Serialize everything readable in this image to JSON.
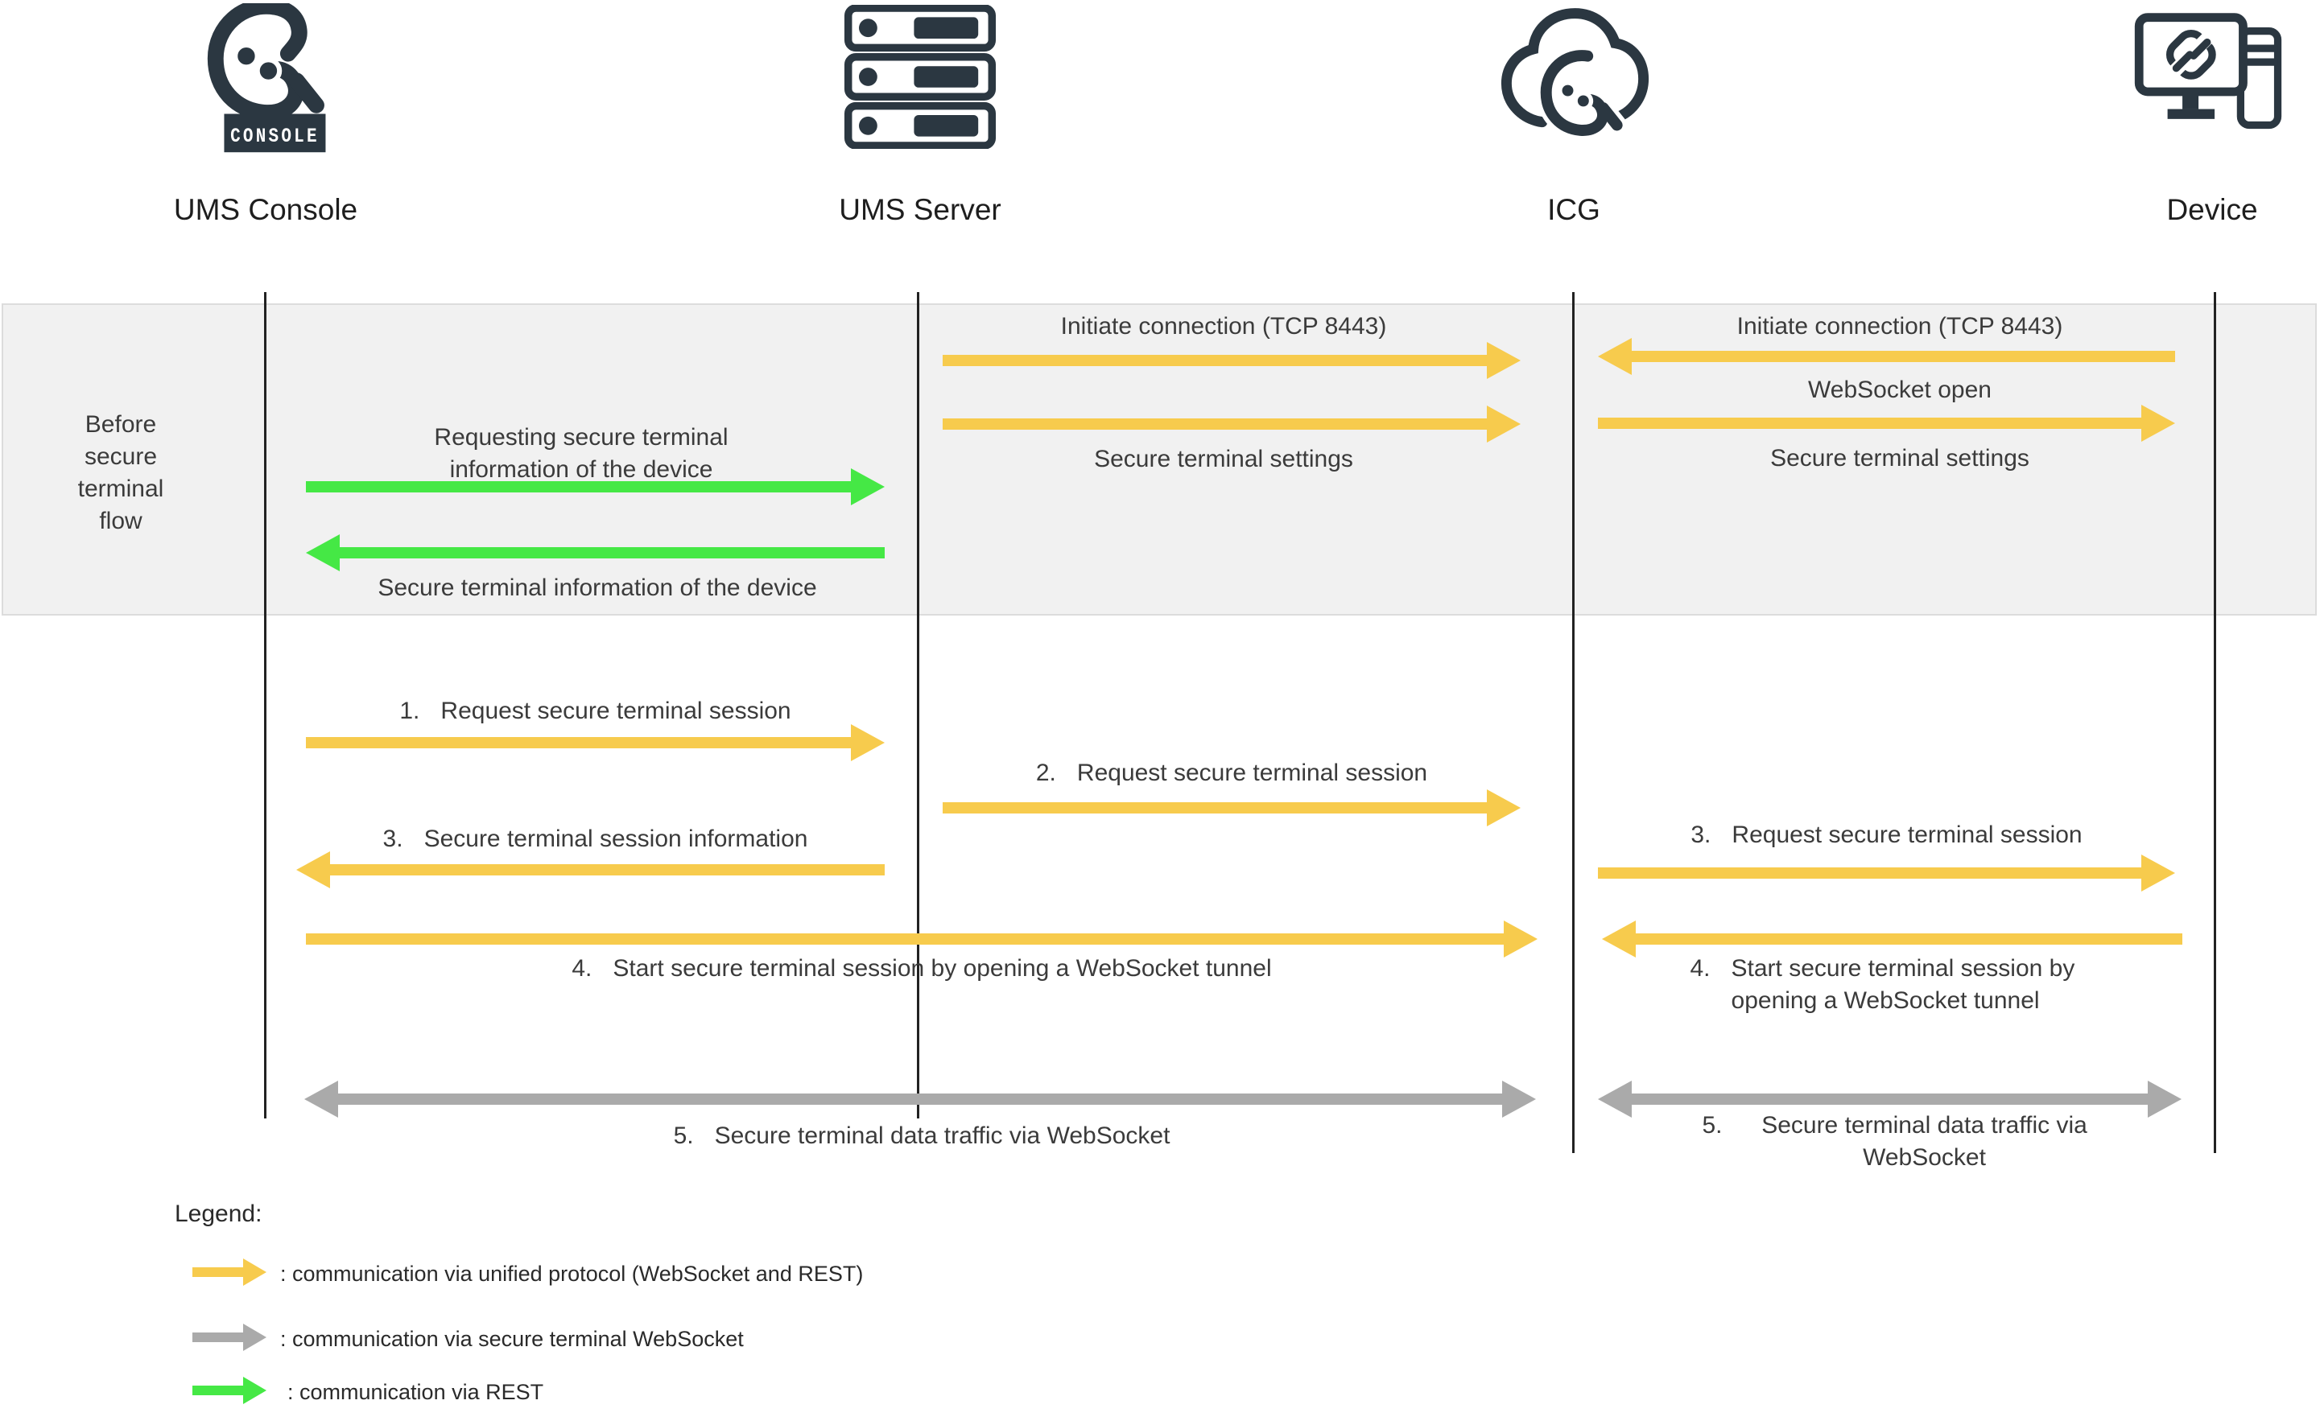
{
  "colors": {
    "accent_yellow": "#f7cb4d",
    "accent_green": "#45e845",
    "accent_grey": "#aaaaaa",
    "icon_dark": "#2b3741",
    "band_background": "#f1f1f1",
    "band_border": "#dcdcdc"
  },
  "actors": [
    {
      "label": "UMS Console",
      "icon": "igel-console-logo-icon",
      "badge": "CONSOLE"
    },
    {
      "label": "UMS Server",
      "icon": "server-rack-icon"
    },
    {
      "label": "ICG",
      "icon": "igel-cloud-gateway-icon"
    },
    {
      "label": "Device",
      "icon": "workstation-icon"
    }
  ],
  "phase": {
    "label": "Before secure terminal flow"
  },
  "before": {
    "console_server_request": "Requesting secure terminal information of the device",
    "console_server_response": "Secure terminal information of the device",
    "server_icg_initiate": "Initiate connection (TCP 8443)",
    "server_icg_settings": "Secure terminal settings",
    "icg_device_initiate": "Initiate connection (TCP 8443)",
    "icg_device_websocket_open": "WebSocket open",
    "icg_device_settings": "Secure terminal settings"
  },
  "session": {
    "step1": {
      "num": "1.",
      "text": "Request secure terminal session"
    },
    "step2": {
      "num": "2.",
      "text": "Request secure terminal session"
    },
    "step3_left": {
      "num": "3.",
      "text": "Secure terminal session information"
    },
    "step3_right": {
      "num": "3.",
      "text": "Request secure terminal session"
    },
    "step4_left": {
      "num": "4.",
      "text": "Start secure terminal session by opening a WebSocket tunnel"
    },
    "step4_right": {
      "num": "4.",
      "text": "Start secure terminal session by opening a WebSocket tunnel"
    },
    "step5_left": {
      "num": "5.",
      "text": "Secure terminal data traffic via WebSocket"
    },
    "step5_right": {
      "num": "5.",
      "text": "Secure terminal data traffic via WebSocket"
    }
  },
  "legend": {
    "title": "Legend:",
    "items": [
      {
        "color": "yellow",
        "text": ": communication via unified protocol (WebSocket and REST)"
      },
      {
        "color": "grey",
        "text": ": communication via secure terminal WebSocket"
      },
      {
        "color": "green",
        "text": ": communication via REST"
      }
    ]
  }
}
